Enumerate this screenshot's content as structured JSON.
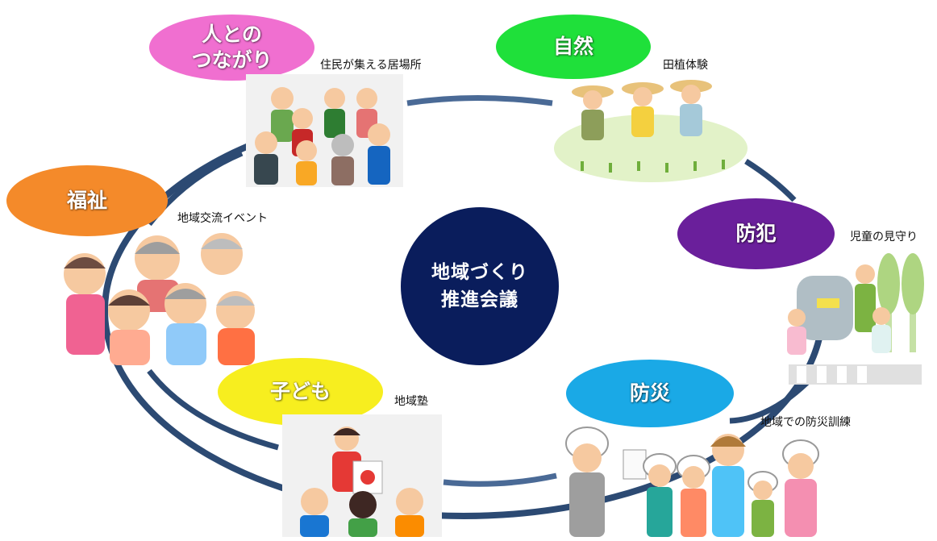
{
  "center": {
    "line1": "地域づくり",
    "line2": "推進会議"
  },
  "themes": [
    {
      "label_line1": "人との",
      "label_line2": "つながり",
      "caption": "住民が集える居場所",
      "color": "#f06fd0"
    },
    {
      "label_line1": "自然",
      "caption": "田植体験",
      "color": "#1fe03a"
    },
    {
      "label_line1": "防犯",
      "caption": "児童の見守り",
      "color": "#6a1f9b"
    },
    {
      "label_line1": "防災",
      "caption": "地域での防災訓練",
      "color": "#1aa9e6"
    },
    {
      "label_line1": "子ども",
      "caption": "地域塾",
      "color": "#f7ee1f"
    },
    {
      "label_line1": "福祉",
      "caption": "地域交流イベント",
      "color": "#f48a2a"
    }
  ],
  "ring_color": "#2c4a73"
}
